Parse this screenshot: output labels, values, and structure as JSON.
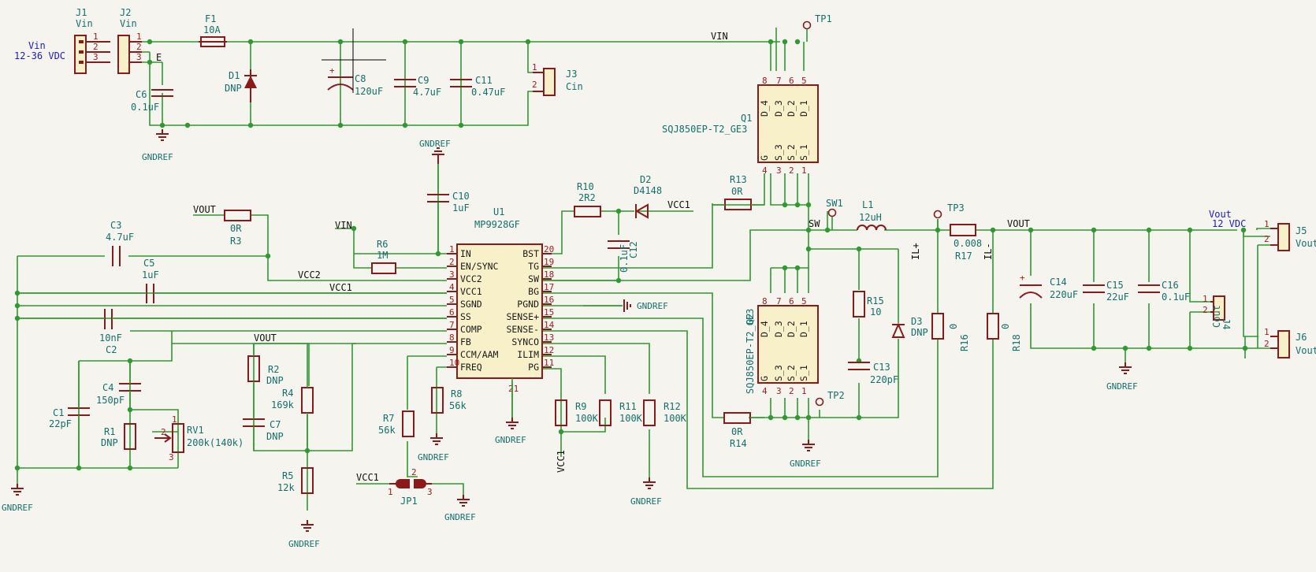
{
  "nets": {
    "vin": "VIN",
    "vout": "VOUT",
    "vcc1": "VCC1",
    "vcc2": "VCC2",
    "sw": "SW",
    "gndref": "GNDREF",
    "e": "E",
    "il_plus": "IL+",
    "il_minus": "IL-"
  },
  "headings": {
    "vin": "Vin",
    "vin_range": "12-36 VDC",
    "vout": "Vout",
    "vout_range": "12 VDC"
  },
  "j1": {
    "ref": "J1",
    "value": "Vin",
    "pins": [
      "1",
      "2",
      "3"
    ]
  },
  "j2": {
    "ref": "J2",
    "value": "Vin",
    "pins": [
      "1",
      "2",
      "3"
    ]
  },
  "j3": {
    "ref": "J3",
    "value": "Cin",
    "pins": [
      "1",
      "2"
    ]
  },
  "j4": {
    "ref": "J4",
    "value": "Cout",
    "pins": [
      "1",
      "2"
    ]
  },
  "j5": {
    "ref": "J5",
    "value": "Vout",
    "pins": [
      "1",
      "2"
    ]
  },
  "j6": {
    "ref": "J6",
    "value": "Vout",
    "pins": [
      "1",
      "2"
    ]
  },
  "f1": {
    "ref": "F1",
    "value": "10A"
  },
  "d1": {
    "ref": "D1",
    "value": "DNP"
  },
  "d2": {
    "ref": "D2",
    "value": "D4148"
  },
  "d3": {
    "ref": "D3",
    "value": "DNP"
  },
  "c1": {
    "ref": "C1",
    "value": "22pF"
  },
  "c2": {
    "ref": "C2",
    "value": "10nF"
  },
  "c3": {
    "ref": "C3",
    "value": "4.7uF"
  },
  "c4": {
    "ref": "C4",
    "value": "150pF"
  },
  "c5": {
    "ref": "C5",
    "value": "1uF"
  },
  "c6": {
    "ref": "C6",
    "value": "0.1uF"
  },
  "c7": {
    "ref": "C7",
    "value": "DNP"
  },
  "c8": {
    "ref": "C8",
    "value": "120uF"
  },
  "c9": {
    "ref": "C9",
    "value": "4.7uF"
  },
  "c10": {
    "ref": "C10",
    "value": "1uF"
  },
  "c11": {
    "ref": "C11",
    "value": "0.47uF"
  },
  "c12": {
    "ref": "C12",
    "value": "0.1uF"
  },
  "c13": {
    "ref": "C13",
    "value": "220pF"
  },
  "c14": {
    "ref": "C14",
    "value": "220uF"
  },
  "c15": {
    "ref": "C15",
    "value": "22uF"
  },
  "c16": {
    "ref": "C16",
    "value": "0.1uF"
  },
  "r1": {
    "ref": "R1",
    "value": "DNP"
  },
  "r2": {
    "ref": "R2",
    "value": "DNP"
  },
  "r3": {
    "ref": "R3",
    "value": "0R"
  },
  "r4": {
    "ref": "R4",
    "value": "169k"
  },
  "r5": {
    "ref": "R5",
    "value": "12k"
  },
  "r6": {
    "ref": "R6",
    "value": "1M"
  },
  "r7": {
    "ref": "R7",
    "value": "56k"
  },
  "r8": {
    "ref": "R8",
    "value": "56k"
  },
  "r9": {
    "ref": "R9",
    "value": "100K"
  },
  "r10": {
    "ref": "R10",
    "value": "2R2"
  },
  "r11": {
    "ref": "R11",
    "value": "100K"
  },
  "r12": {
    "ref": "R12",
    "value": "100K"
  },
  "r13": {
    "ref": "R13",
    "value": "0R"
  },
  "r14": {
    "ref": "R14",
    "value": "0R"
  },
  "r15": {
    "ref": "R15",
    "value": "10"
  },
  "r16": {
    "ref": "R16",
    "value": "0"
  },
  "r17": {
    "ref": "R17",
    "value": "0.008"
  },
  "r18": {
    "ref": "R18",
    "value": "0"
  },
  "rv1": {
    "ref": "RV1",
    "value": "200k(140k)",
    "pins": [
      "1",
      "2",
      "3"
    ]
  },
  "l1": {
    "ref": "L1",
    "value": "12uH"
  },
  "jp1": {
    "ref": "JP1",
    "pins": [
      "1",
      "2",
      "3"
    ]
  },
  "tp": {
    "tp1": "TP1",
    "tp2": "TP2",
    "tp3": "TP3",
    "sw1": "SW1"
  },
  "q1": {
    "ref": "Q1",
    "value": "SQJ850EP-T2_GE3",
    "top_pins": [
      "8",
      "7",
      "6",
      "5"
    ],
    "top_names": [
      "D_4",
      "D_3",
      "D_2",
      "D_1"
    ],
    "bot_pins": [
      "4",
      "3",
      "2",
      "1"
    ],
    "bot_names": [
      "G",
      "S_3",
      "S_2",
      "S_1"
    ]
  },
  "q2": {
    "ref": "Q2",
    "value": "SQJ850EP-T2_GE3",
    "top_pins": [
      "8",
      "7",
      "6",
      "5"
    ],
    "top_names": [
      "D_4",
      "D_3",
      "D_2",
      "D_1"
    ],
    "bot_pins": [
      "4",
      "3",
      "2",
      "1"
    ],
    "bot_names": [
      "G",
      "S_3",
      "S_2",
      "S_1"
    ]
  },
  "u1": {
    "ref": "U1",
    "value": "MP9928GF",
    "left_pins": [
      {
        "num": "1",
        "name": "IN"
      },
      {
        "num": "2",
        "name": "EN/SYNC"
      },
      {
        "num": "3",
        "name": "VCC2"
      },
      {
        "num": "4",
        "name": "VCC1"
      },
      {
        "num": "5",
        "name": "SGND"
      },
      {
        "num": "6",
        "name": "SS"
      },
      {
        "num": "7",
        "name": "COMP"
      },
      {
        "num": "8",
        "name": "FB"
      },
      {
        "num": "9",
        "name": "CCM/AAM"
      },
      {
        "num": "10",
        "name": "FREQ"
      }
    ],
    "right_pins": [
      {
        "num": "20",
        "name": "BST"
      },
      {
        "num": "19",
        "name": "TG"
      },
      {
        "num": "18",
        "name": "SW"
      },
      {
        "num": "17",
        "name": "BG"
      },
      {
        "num": "16",
        "name": "PGND"
      },
      {
        "num": "15",
        "name": "SENSE+"
      },
      {
        "num": "14",
        "name": "SENSE-"
      },
      {
        "num": "13",
        "name": "SYNCO"
      },
      {
        "num": "12",
        "name": "ILIM"
      },
      {
        "num": "11",
        "name": "PG"
      }
    ],
    "bottom_pin": "21"
  },
  "colors": {
    "wire": "#2f9a2f",
    "symbol": "#8b1a1a",
    "ic_fill": "#f8f0c8",
    "ref_text": "#14706b",
    "pin_num": "#a61c1c",
    "heading": "#1a1acc",
    "background": "#f5f4ef"
  }
}
